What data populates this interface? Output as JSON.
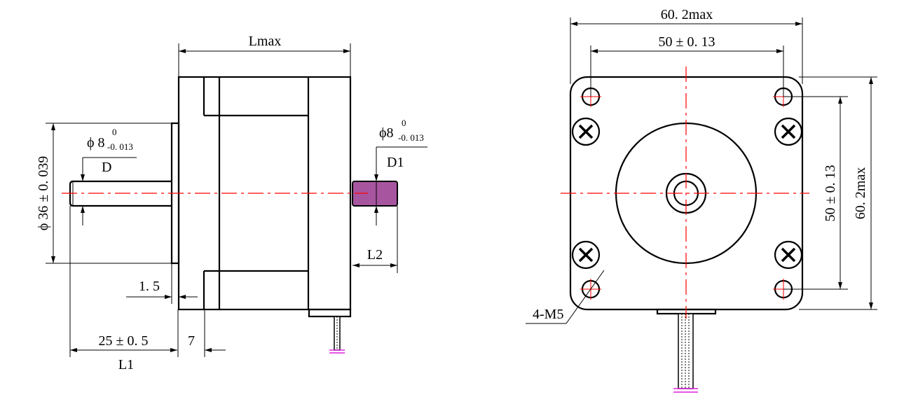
{
  "side_view": {
    "length_label": "Lmax",
    "flange_dia": "ϕ 36 ± 0. 039",
    "front_shaft_dia": "ϕ 8",
    "front_shaft_tol_upper": "0",
    "front_shaft_tol_lower": "-0. 013",
    "front_shaft_label": "D",
    "rear_shaft_dia": "ϕ8",
    "rear_shaft_tol_upper": "0",
    "rear_shaft_tol_lower": "-0. 013",
    "rear_shaft_label": "D1",
    "rear_shaft_length": "L2",
    "flange_thickness": "1. 5",
    "shaft_length": "25 ± 0. 5",
    "boss_length": "7",
    "shaft_label": "L1"
  },
  "front_view": {
    "overall_width": "60. 2max",
    "hole_spacing_h": "50 ± 0. 13",
    "hole_spacing_v": "50 ± 0. 13",
    "overall_height": "60. 2max",
    "mount_holes": "4-M5"
  },
  "colors": {
    "centerline": "#ff0000",
    "rear_shaft": "#a855a0",
    "cable_end": "#e020e0"
  }
}
